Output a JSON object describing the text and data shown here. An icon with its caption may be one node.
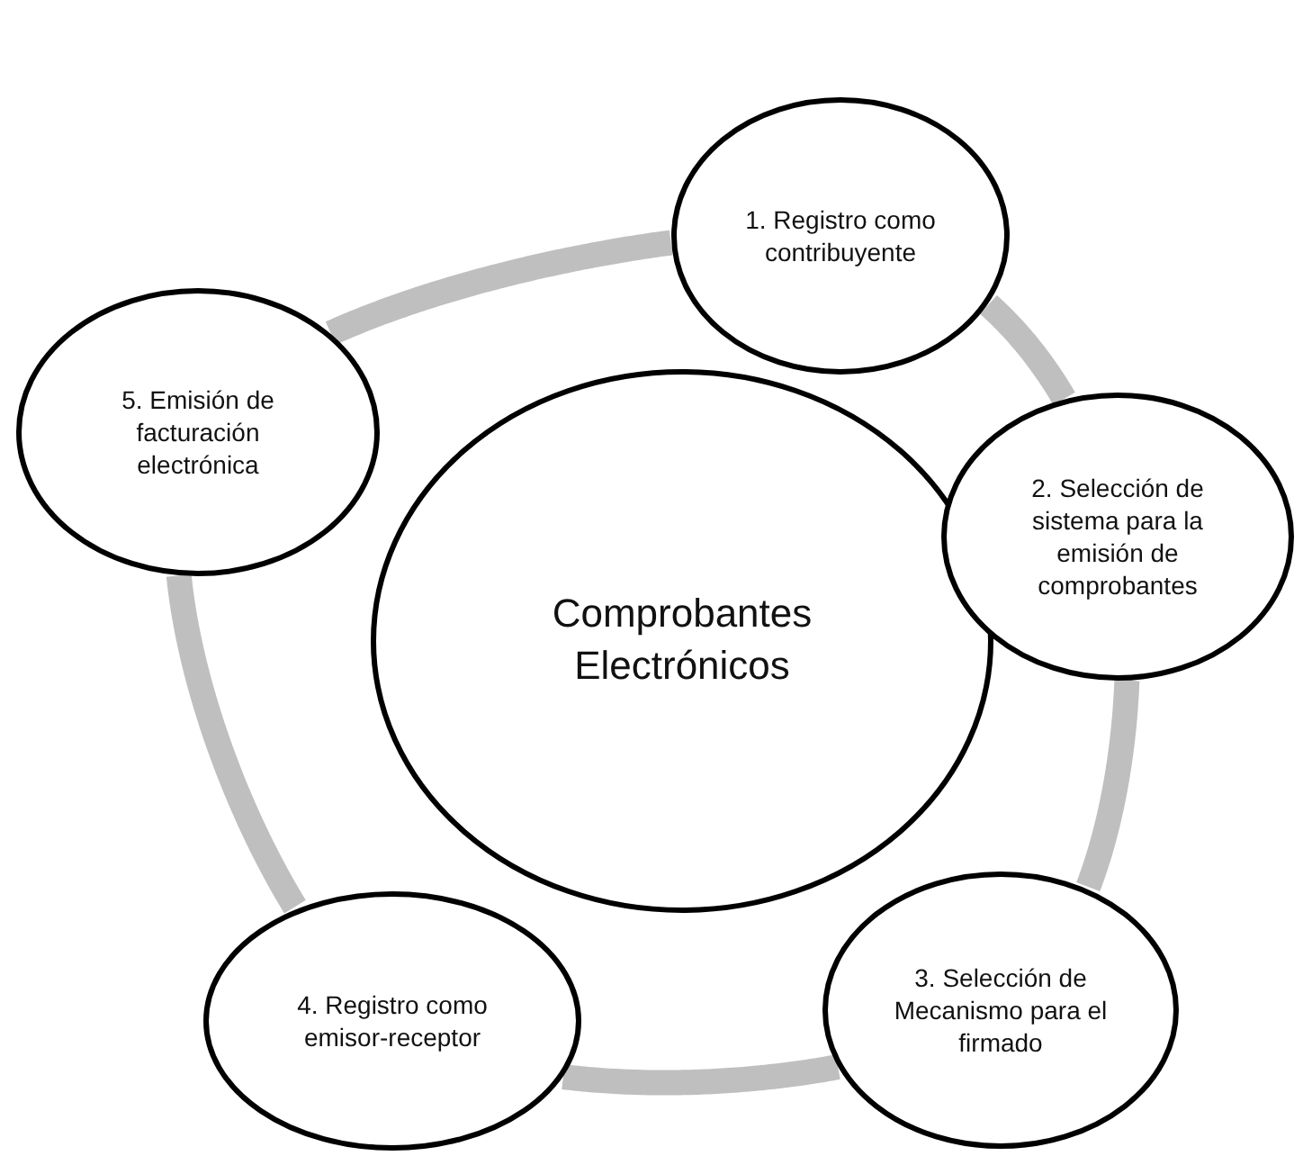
{
  "diagram": {
    "nodes": [
      {
        "text": [
          "Comprobantes Electrónicos"
        ]
      },
      {
        "text": [
          "1. Registro como contribuyente"
        ]
      },
      {
        "text": [
          "2. Selección de sistema para la emisión de comprobantes"
        ]
      },
      {
        "text": [
          "3. Selección de Mecanismo para el firmado"
        ]
      },
      {
        "text": [
          "4. Registro como emisor-receptor"
        ]
      },
      {
        "text": [
          "5. Emisión de facturación electrónica"
        ]
      }
    ],
    "edges": [
      {
        "from": 1,
        "to": 2,
        "arrow": "none"
      },
      {
        "from": 2,
        "to": 3,
        "arrow": "none"
      },
      {
        "from": 3,
        "to": 4,
        "arrow": "none"
      },
      {
        "from": 4,
        "to": 5,
        "arrow": "none"
      },
      {
        "from": 5,
        "to": 1,
        "arrow": "none"
      }
    ]
  }
}
